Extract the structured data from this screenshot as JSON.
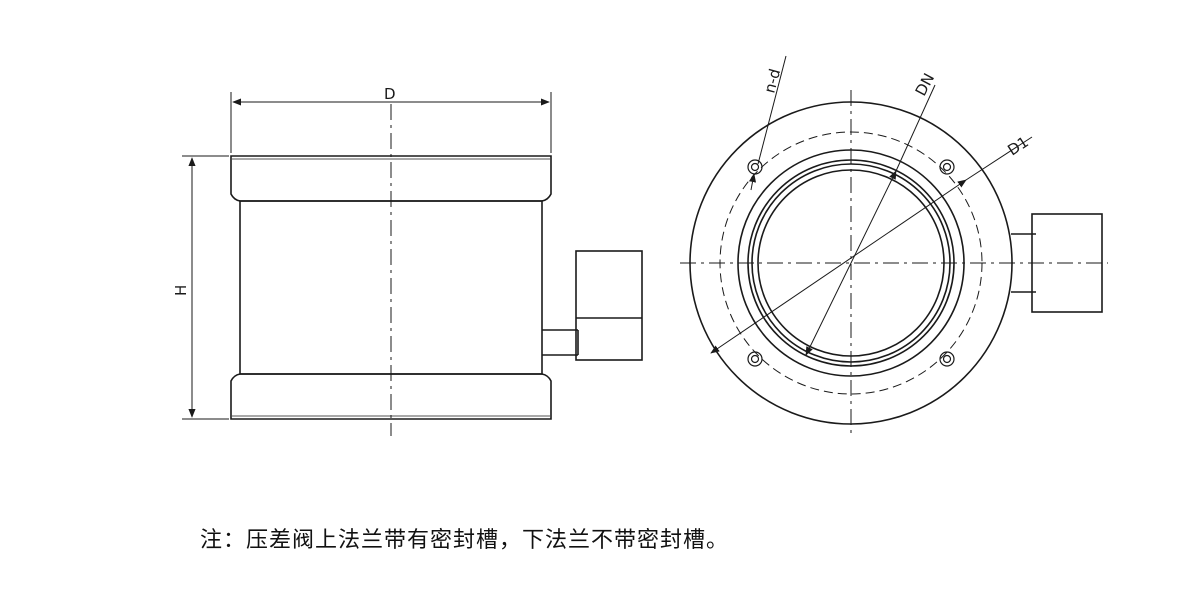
{
  "labels": {
    "d": "D",
    "h": "H",
    "n_d": "n-d",
    "dn": "DN",
    "d1": "D1"
  },
  "note": "注：压差阀上法兰带有密封槽，下法兰不带密封槽。",
  "colors": {
    "line": "#1a1a1a",
    "background": "#ffffff"
  }
}
